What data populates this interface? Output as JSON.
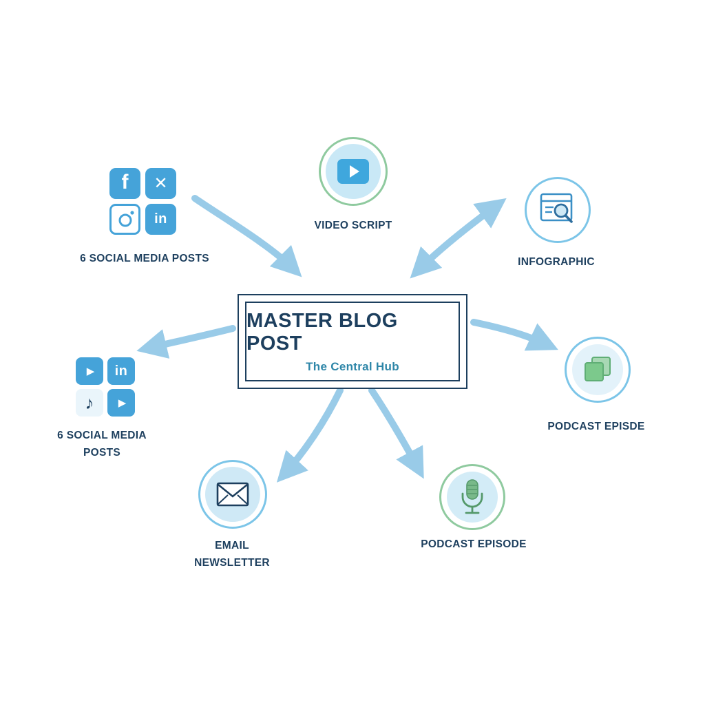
{
  "diagram": {
    "type": "hub-and-spoke content repurposing diagram",
    "colors": {
      "navy_text": "#1d3f5e",
      "teal_subtitle": "#2e86a8",
      "arrow_blue": "#8ec6e6",
      "icon_blue": "#45a3d9",
      "ring_green": "#8fca9f",
      "ring_blue": "#7cc5e8",
      "light_blue_fill": "#cfe9f6",
      "icon_green": "#79b98a"
    }
  },
  "center": {
    "title": "MASTER BLOG POST",
    "subtitle": "The Central Hub"
  },
  "nodes": {
    "video_script": {
      "label": "VIDEO SCRIPT",
      "icon": "video-play-icon"
    },
    "social_top": {
      "label": "6 SOCIAL MEDIA POSTS",
      "icons": [
        "facebook-icon",
        "x-twitter-icon",
        "instagram-icon",
        "linkedin-icon"
      ]
    },
    "infographic": {
      "label": "INFOGRAPHIC",
      "icon": "browser-magnifier-icon"
    },
    "podcast_right": {
      "label": "PODCAST EPISDE",
      "icon": "layered-squares-icon"
    },
    "social_left": {
      "label": "6 SOCIAL MEDIA POSTS",
      "icons": [
        "youtube-icon",
        "linkedin-icon",
        "tiktok-icon",
        "youtube-icon"
      ]
    },
    "email": {
      "label": "EMAIL NEWSLETTER",
      "icon": "envelope-icon"
    },
    "podcast_bottom": {
      "label": "PODCAST EPISODE",
      "icon": "microphone-icon"
    }
  },
  "glyphs": {
    "facebook": "f",
    "x": "✕",
    "linkedin": "in",
    "play": "▶",
    "music_note": "♪"
  }
}
